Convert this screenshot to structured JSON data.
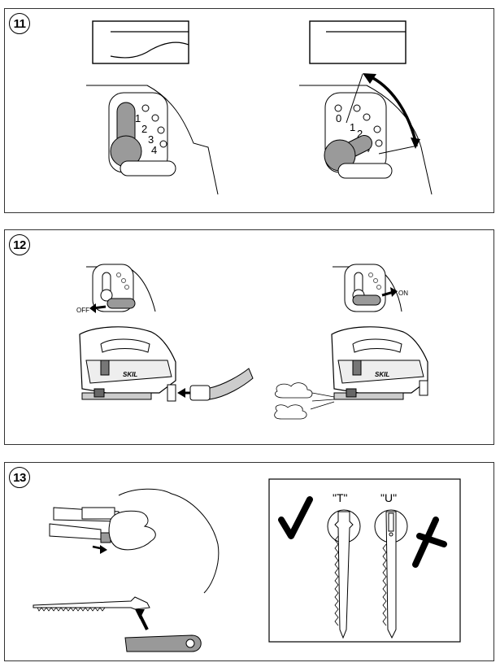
{
  "steps": [
    {
      "number": "11"
    },
    {
      "number": "12"
    },
    {
      "number": "13"
    }
  ],
  "orbital_scale": {
    "left": [
      "1",
      "2",
      "3",
      "4"
    ],
    "right": [
      "0",
      "1",
      "2",
      "4"
    ]
  },
  "switch": {
    "off_label": "OFF",
    "on_label": "ON"
  },
  "brand": "SKIL",
  "blades": {
    "t_label": "\"T\"",
    "u_label": "\"U\""
  }
}
